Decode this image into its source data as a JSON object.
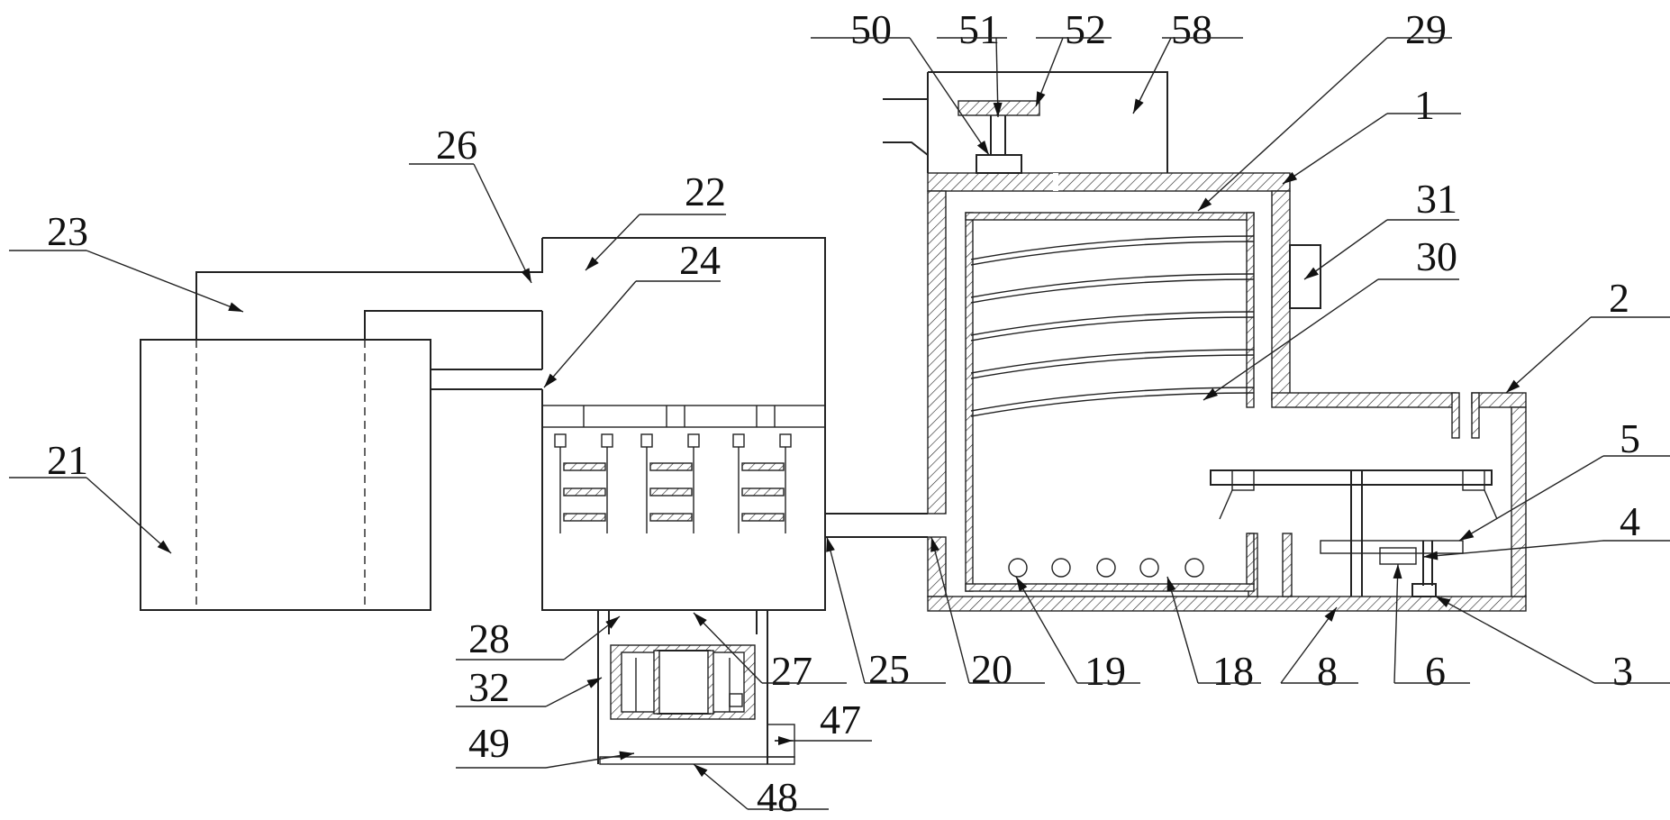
{
  "labels": [
    {
      "text": "50"
    },
    {
      "text": "51"
    },
    {
      "text": "52"
    },
    {
      "text": "58"
    },
    {
      "text": "29"
    },
    {
      "text": "1"
    },
    {
      "text": "26"
    },
    {
      "text": "22"
    },
    {
      "text": "23"
    },
    {
      "text": "24"
    },
    {
      "text": "31"
    },
    {
      "text": "30"
    },
    {
      "text": "2"
    },
    {
      "text": "21"
    },
    {
      "text": "5"
    },
    {
      "text": "4"
    },
    {
      "text": "28"
    },
    {
      "text": "32"
    },
    {
      "text": "27"
    },
    {
      "text": "25"
    },
    {
      "text": "20"
    },
    {
      "text": "19"
    },
    {
      "text": "18"
    },
    {
      "text": "8"
    },
    {
      "text": "6"
    },
    {
      "text": "3"
    },
    {
      "text": "47"
    },
    {
      "text": "49"
    },
    {
      "text": "48"
    }
  ]
}
